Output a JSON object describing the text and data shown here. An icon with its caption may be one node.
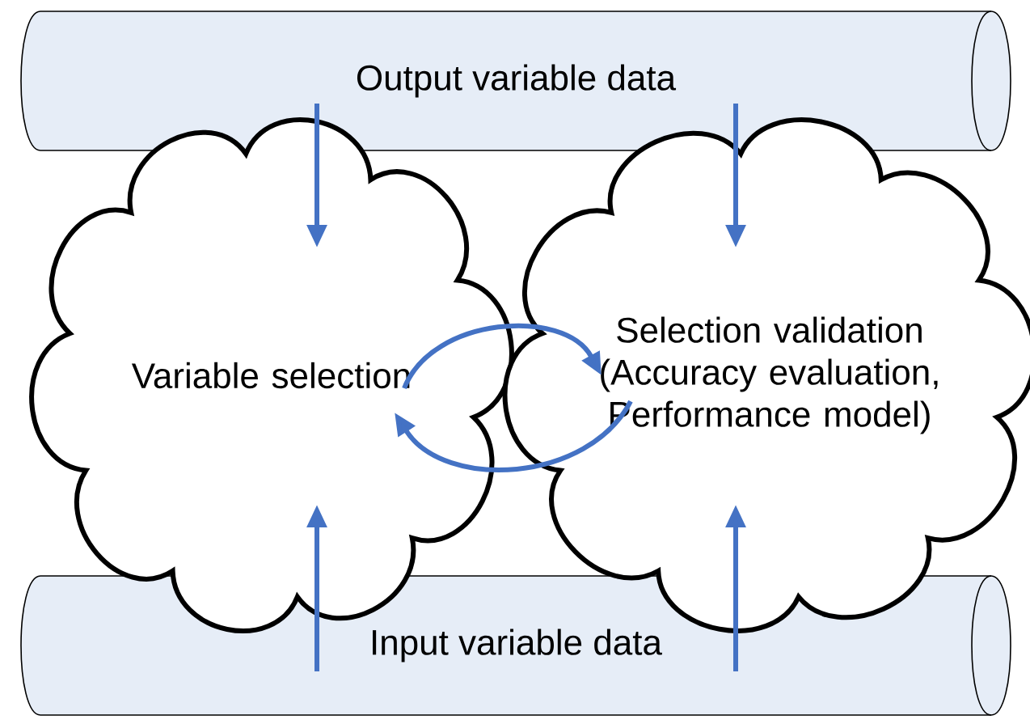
{
  "diagram": {
    "nodes": [
      {
        "text": [
          "Output variable data"
        ]
      },
      {
        "text": [
          "Variable selection"
        ]
      },
      {
        "text": [
          "Selection validation (Accuracy evaluation, Performance model)"
        ]
      },
      {
        "text": [
          "Input variable data"
        ]
      }
    ],
    "edges": [
      {
        "from": 0,
        "to": 1,
        "arrow": "to"
      },
      {
        "from": 0,
        "to": 2,
        "arrow": "to"
      },
      {
        "from": 3,
        "to": 1,
        "arrow": "to"
      },
      {
        "from": 3,
        "to": 2,
        "arrow": "to"
      },
      {
        "from": 1,
        "to": 2,
        "arrow": "to"
      },
      {
        "from": 2,
        "to": 1,
        "arrow": "to"
      }
    ]
  }
}
